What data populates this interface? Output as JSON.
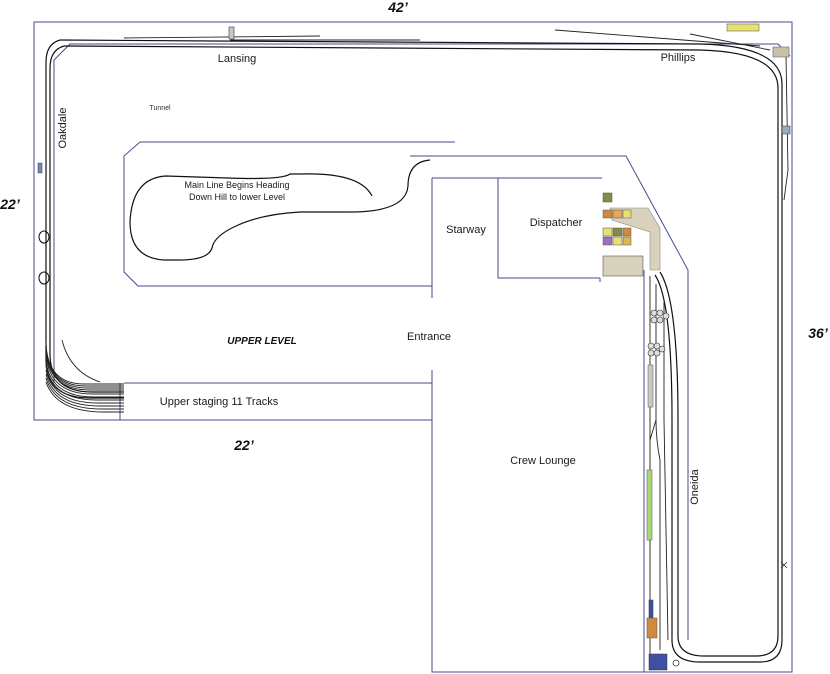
{
  "dimensions": {
    "top": "42’",
    "left": "22’",
    "bottom": "22’",
    "right": "36’"
  },
  "towns": {
    "lansing": "Lansing",
    "phillips": "Phillips",
    "oakdale": "Oakdale",
    "oneida": "Oneida"
  },
  "features": {
    "tunnel": "Tunnel",
    "main_line_note_1": "Main Line Begins Heading",
    "main_line_note_2": "Down Hill to lower Level",
    "upper_level": "UPPER LEVEL",
    "upper_staging": "Upper staging 11 Tracks"
  },
  "rooms": {
    "starway": "Starway",
    "dispatcher": "Dispatcher",
    "entrance": "Entrance",
    "crew_lounge": "Crew Lounge"
  },
  "colors": {
    "outline": "#4a4a8c",
    "track": "#111111",
    "building_yellow": "#e8e070",
    "building_olive": "#8a8a40",
    "building_orange": "#d08a40",
    "building_green": "#a8d878",
    "building_purple": "#a070c0",
    "building_blue": "#4050a0",
    "building_tan": "#d8d2bc",
    "building_brown": "#c8a060"
  }
}
